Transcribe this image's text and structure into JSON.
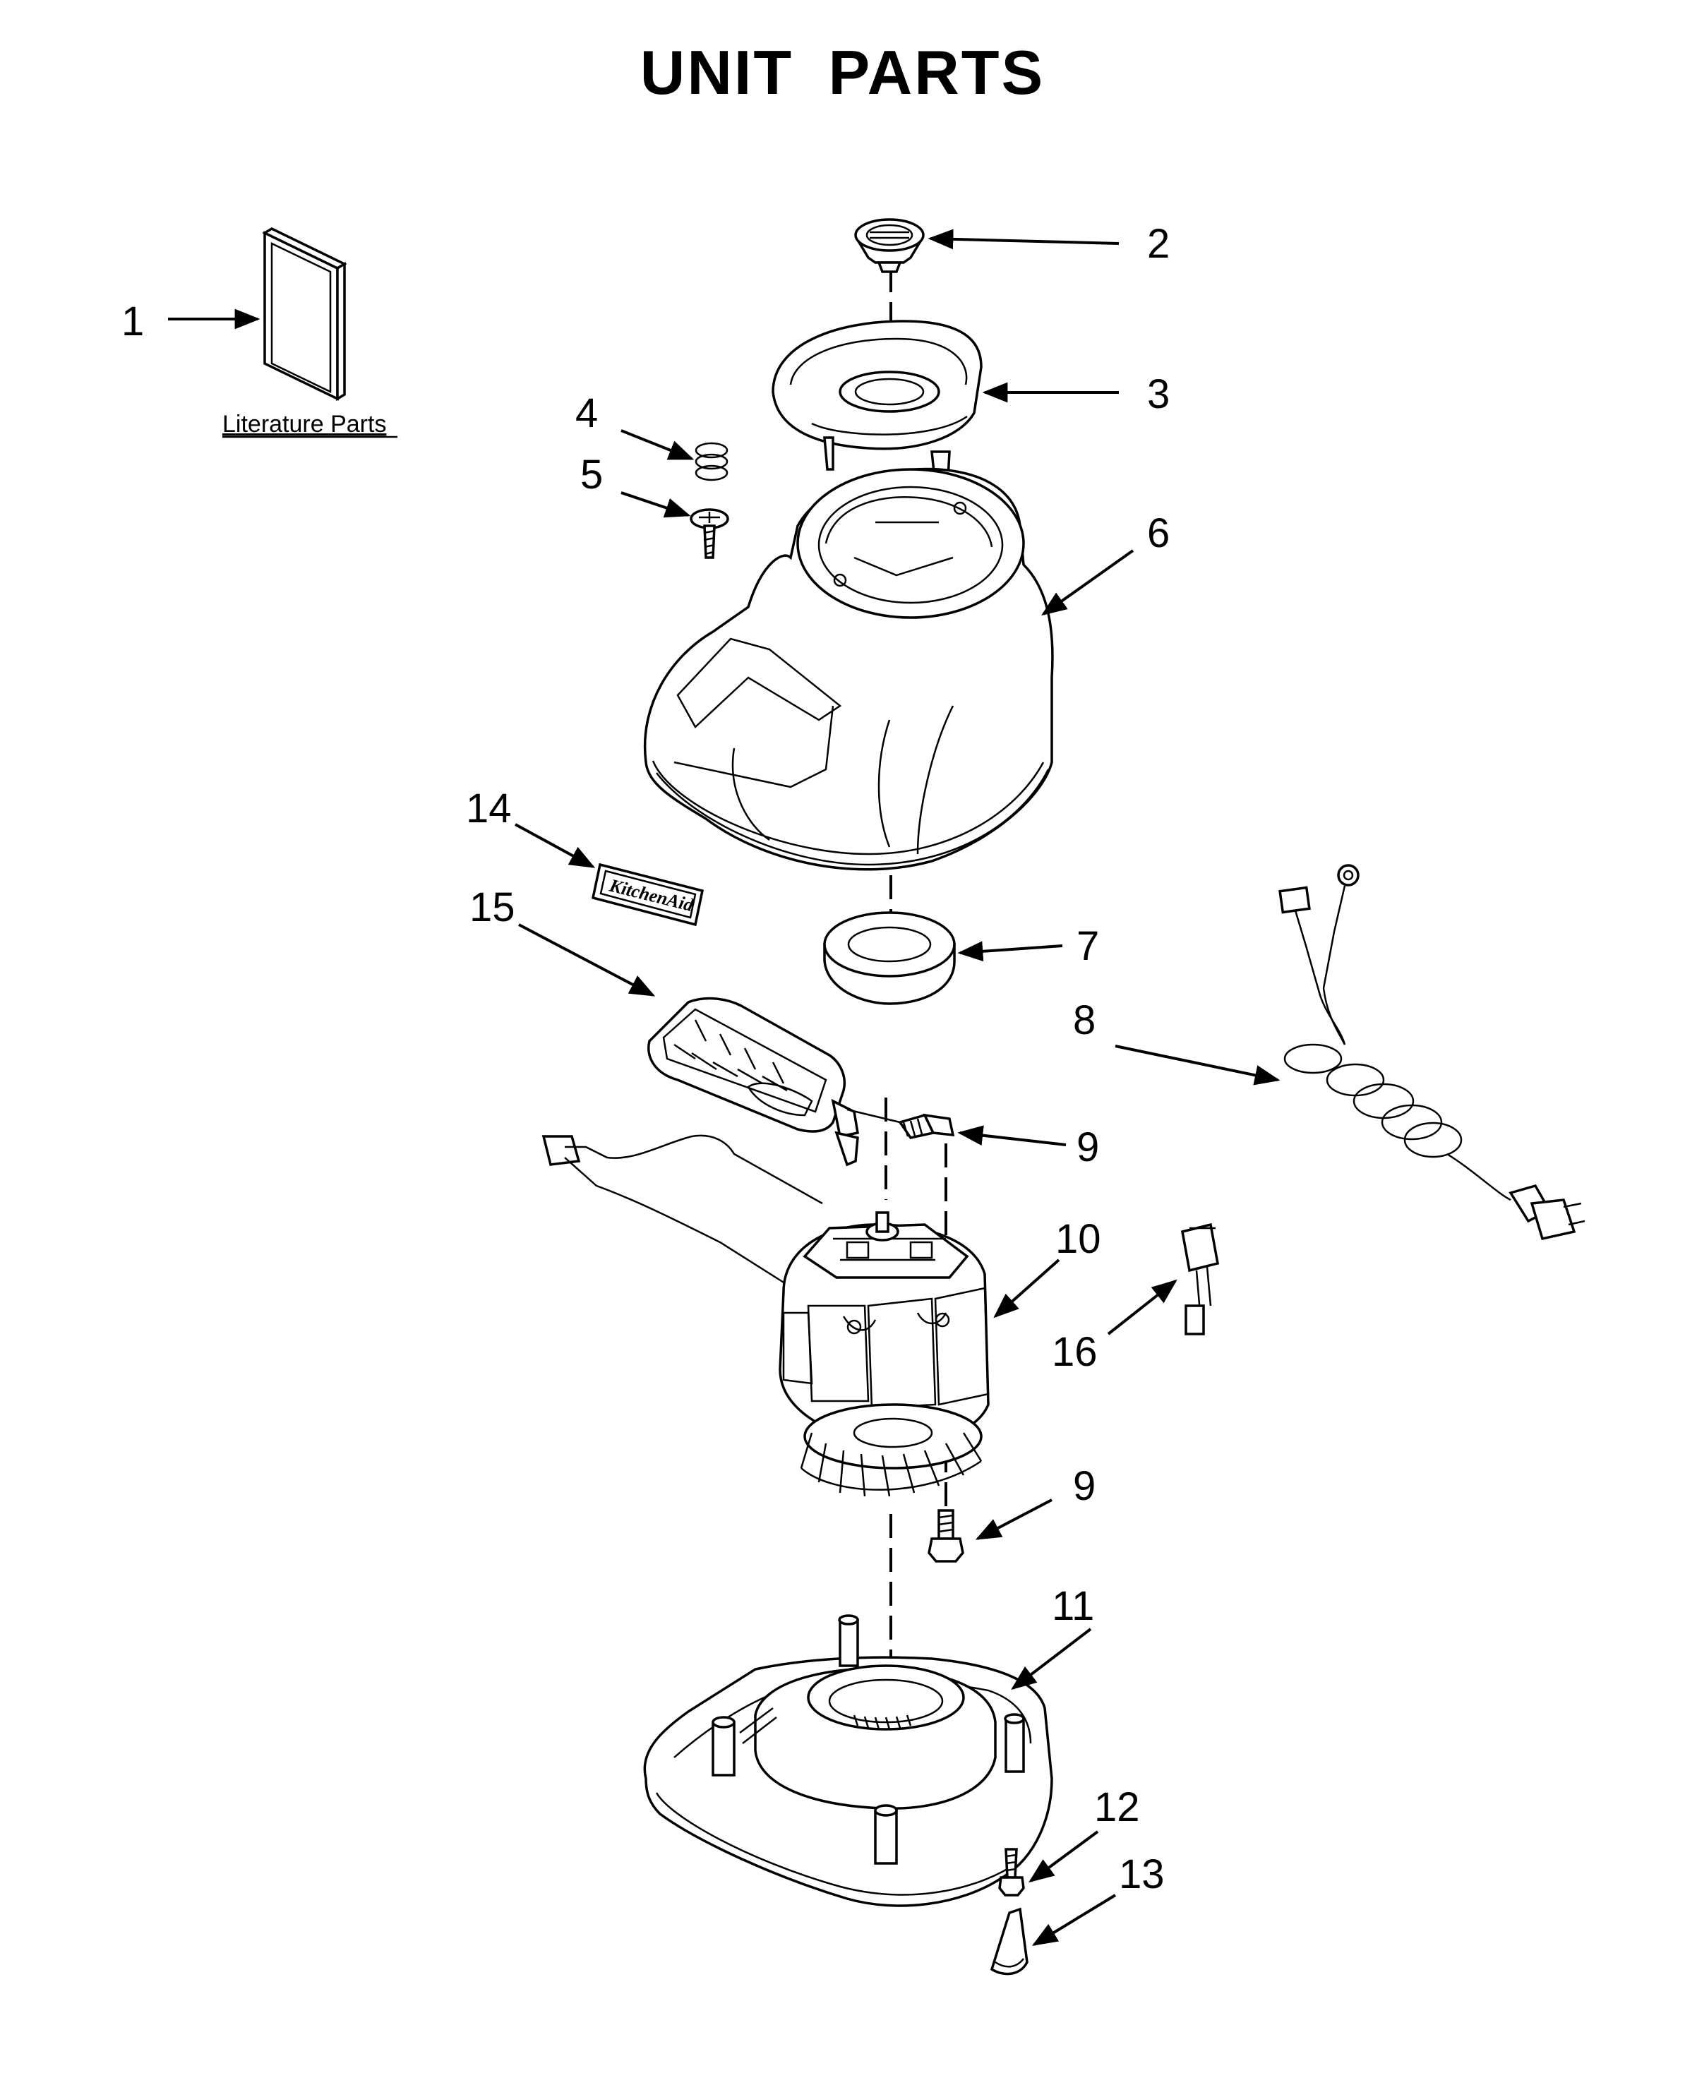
{
  "title": "UNIT PARTS",
  "literature_label": "Literature Parts",
  "callouts": {
    "c1": "1",
    "c2": "2",
    "c3": "3",
    "c4": "4",
    "c5": "5",
    "c6": "6",
    "c7": "7",
    "c8": "8",
    "c9a": "9",
    "c9b": "9",
    "c10": "10",
    "c11": "11",
    "c12": "12",
    "c13": "13",
    "c14": "14",
    "c15": "15",
    "c16": "16"
  },
  "badge_text": "KitchenAid"
}
